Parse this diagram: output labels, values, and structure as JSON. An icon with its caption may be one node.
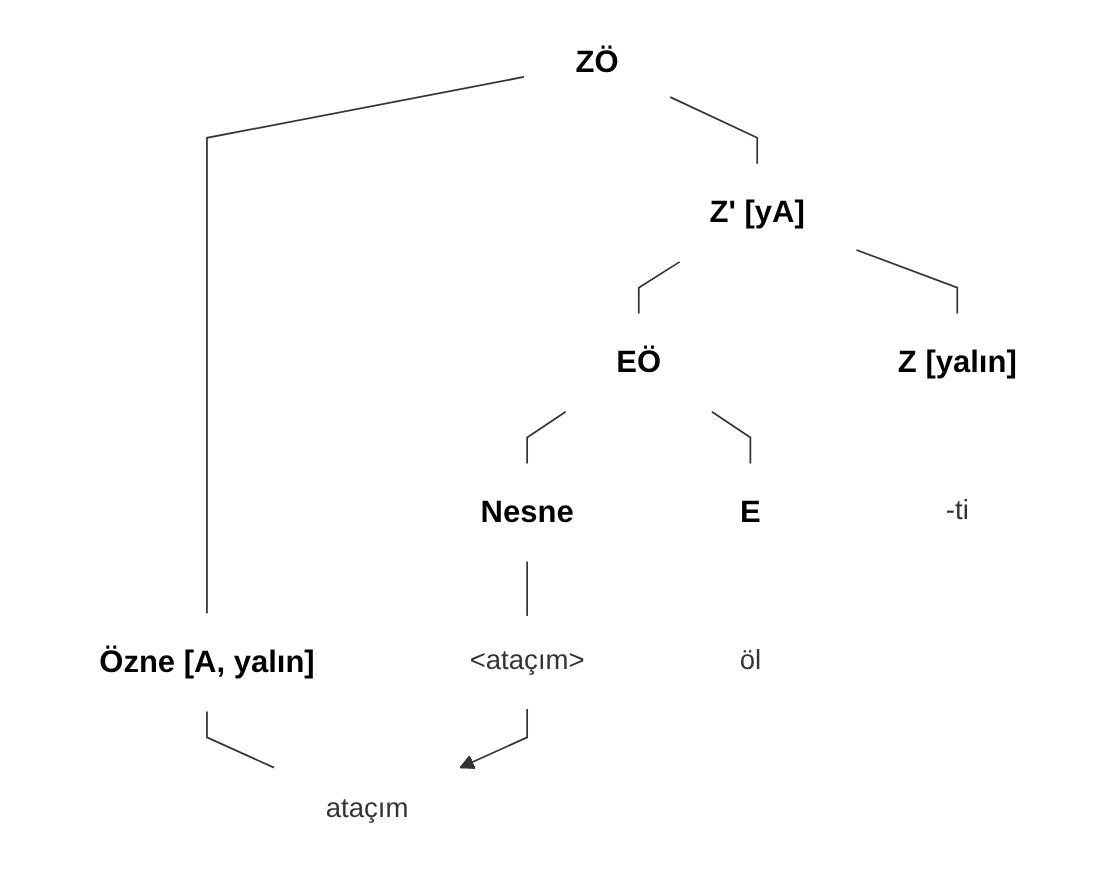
{
  "diagram": {
    "nodes": [
      {
        "text": [
          "ZÖ"
        ]
      },
      {
        "text": [
          "Özne"
        ],
        "beside": [
          "[A, yalın]"
        ]
      },
      {
        "text": [
          "Z'"
        ],
        "beside": [
          "[yA]"
        ]
      },
      {
        "text": [
          "ataçım"
        ]
      },
      {
        "text": [
          "EÖ"
        ]
      },
      {
        "text": [
          "Z"
        ],
        "beside": [
          "[yalın]"
        ]
      },
      {
        "text": [
          "-ti"
        ]
      },
      {
        "text": [
          "Nesne"
        ]
      },
      {
        "text": [
          "E"
        ]
      },
      {
        "text": [
          "öl"
        ]
      },
      {
        "text": [
          "<ataçım>"
        ]
      }
    ],
    "edges": [
      {
        "from": 0,
        "to": 1,
        "arrow": "none"
      },
      {
        "from": 0,
        "to": 2,
        "arrow": "none"
      },
      {
        "from": 1,
        "to": 3,
        "arrow": "none"
      },
      {
        "from": 2,
        "to": 4,
        "arrow": "none"
      },
      {
        "from": 2,
        "to": 5,
        "arrow": "none"
      },
      {
        "from": 4,
        "to": 7,
        "arrow": "none"
      },
      {
        "from": 4,
        "to": 8,
        "arrow": "none"
      },
      {
        "from": 7,
        "to": 10,
        "arrow": "none"
      },
      {
        "from": 10,
        "to": 3,
        "arrow": "to"
      }
    ]
  }
}
